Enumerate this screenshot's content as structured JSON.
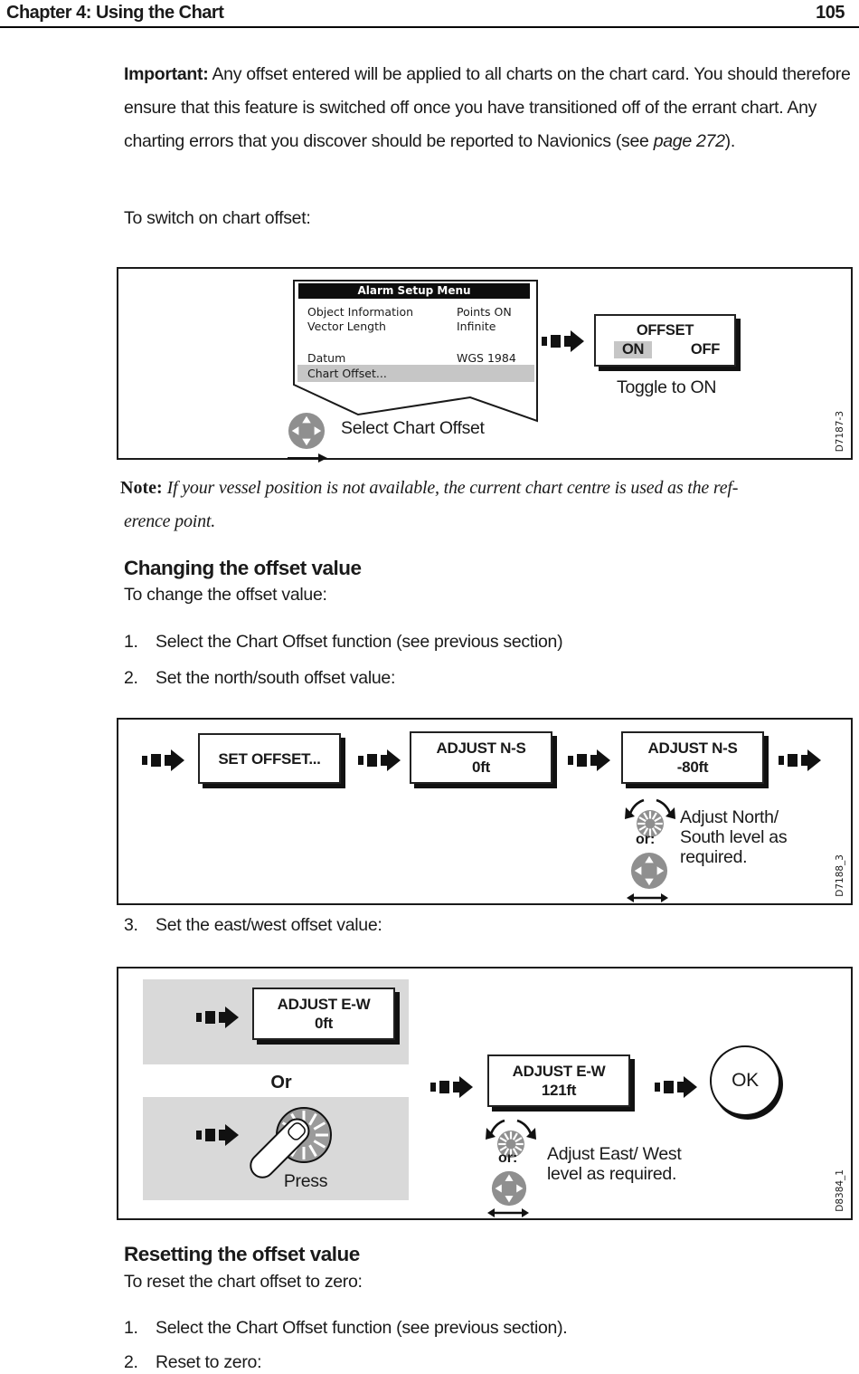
{
  "header": {
    "title": "Chapter 4: Using the Chart",
    "page_number": "105"
  },
  "intro": {
    "important_label": "Important:",
    "important_text": " Any offset entered will be applied to all charts on the chart card. You should therefore ensure that this feature is switched off once you have transitioned off of the errant chart. Any charting errors that you discover should be reported to Navionics (see ",
    "important_ref": "page 272",
    "important_end": ").",
    "switch_lead": "To switch on chart offset:"
  },
  "figure1": {
    "menu": {
      "title": "Alarm Setup Menu",
      "rows": [
        {
          "label": "Object Information",
          "value": "Points ON"
        },
        {
          "label": "Vector Length",
          "value": "Infinite"
        },
        {
          "label": "Datum",
          "value": "WGS 1984"
        },
        {
          "label": "Chart Offset...",
          "value": ""
        }
      ]
    },
    "select_caption": "Select Chart Offset",
    "offset_box": {
      "title": "OFFSET",
      "on": "ON",
      "off": "OFF"
    },
    "toggle_caption": "Toggle to ON",
    "figure_id": "D7187-3"
  },
  "note": {
    "label": "Note:",
    "line1": "If your vessel position is not available, the current chart centre is used as the ref-",
    "line2": "erence point."
  },
  "changing": {
    "heading": "Changing the offset value",
    "lead": "To change the offset value:",
    "steps": [
      {
        "num": "1.",
        "text": "Select the Chart Offset function (see previous section)"
      },
      {
        "num": "2.",
        "text": "Set the north/south offset value:"
      },
      {
        "num": "3.",
        "text": "Set the east/west offset value:"
      }
    ]
  },
  "figure2": {
    "set_offset_label": "SET OFFSET...",
    "adjust_ns_0": {
      "line1": "ADJUST N-S",
      "line2": "0ft"
    },
    "adjust_ns_80": {
      "line1": "ADJUST N-S",
      "line2": "-80ft"
    },
    "or_label": "or:",
    "caption": "Adjust North/\nSouth level as\nrequired.",
    "figure_id": "D7188_3"
  },
  "figure3": {
    "adjust_ew_0": {
      "line1": "ADJUST E-W",
      "line2": "0ft"
    },
    "or_divider": "Or",
    "press_label": "Press",
    "adjust_ew_121": {
      "line1": "ADJUST E-W",
      "line2": "121ft"
    },
    "ok_label": "OK",
    "or_label": "or:",
    "caption": "Adjust East/ West\nlevel as required.",
    "figure_id": "D8384_1"
  },
  "resetting": {
    "heading": "Resetting the offset value",
    "lead": "To reset the chart offset to zero:",
    "steps": [
      {
        "num": "1.",
        "text": "Select the Chart Offset function (see previous section)."
      },
      {
        "num": "2.",
        "text": "Reset to zero:"
      }
    ]
  },
  "colors": {
    "ink": "#1a1a1a",
    "highlight_gray": "#c6c6c6",
    "panel_gray": "#d9d9d9",
    "control_gray": "#8f8f8f"
  }
}
